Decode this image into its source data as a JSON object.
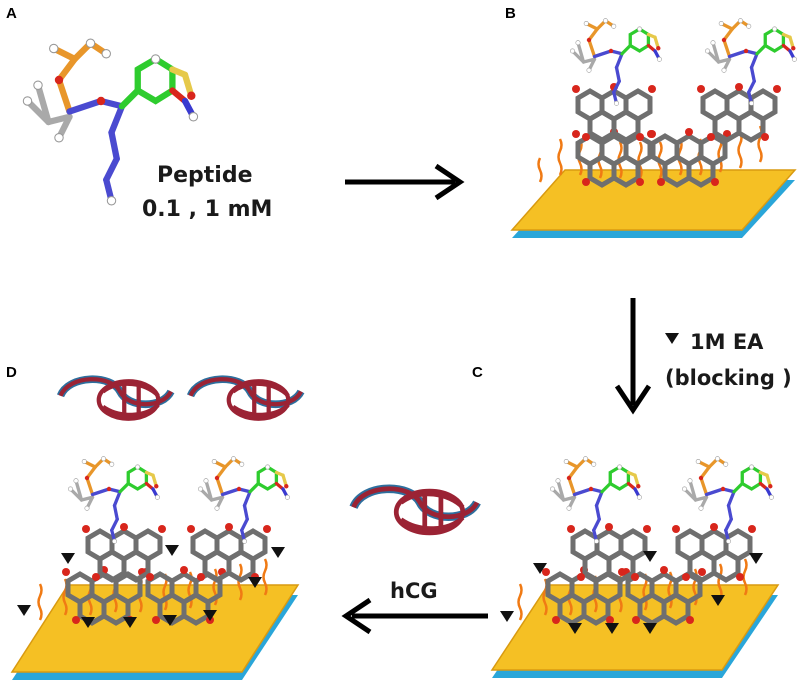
{
  "panels": {
    "a": {
      "letter": "A"
    },
    "b": {
      "letter": "B"
    },
    "c": {
      "letter": "C"
    },
    "d": {
      "letter": "D"
    }
  },
  "labels": {
    "peptide": "Peptide",
    "concentration": "0.1 , 1 mM",
    "blocking_agent": "1M EA",
    "blocking_note": "(blocking )",
    "target": "hCG"
  },
  "colors": {
    "gold": "#f5c024",
    "gold_edge": "#d99a10",
    "substrate": "#2aa6d9",
    "squiggle": "#f07a14",
    "graphene": "#6f6f6f",
    "oxygen": "#d8261c",
    "carbon_orange": "#e8962a",
    "carbon_grey": "#a9a9a9",
    "green_ring": "#2ecc2e",
    "nitrogen": "#4a4ad0",
    "protein_red": "#9b2334",
    "protein_blue": "#2d6f9e"
  }
}
